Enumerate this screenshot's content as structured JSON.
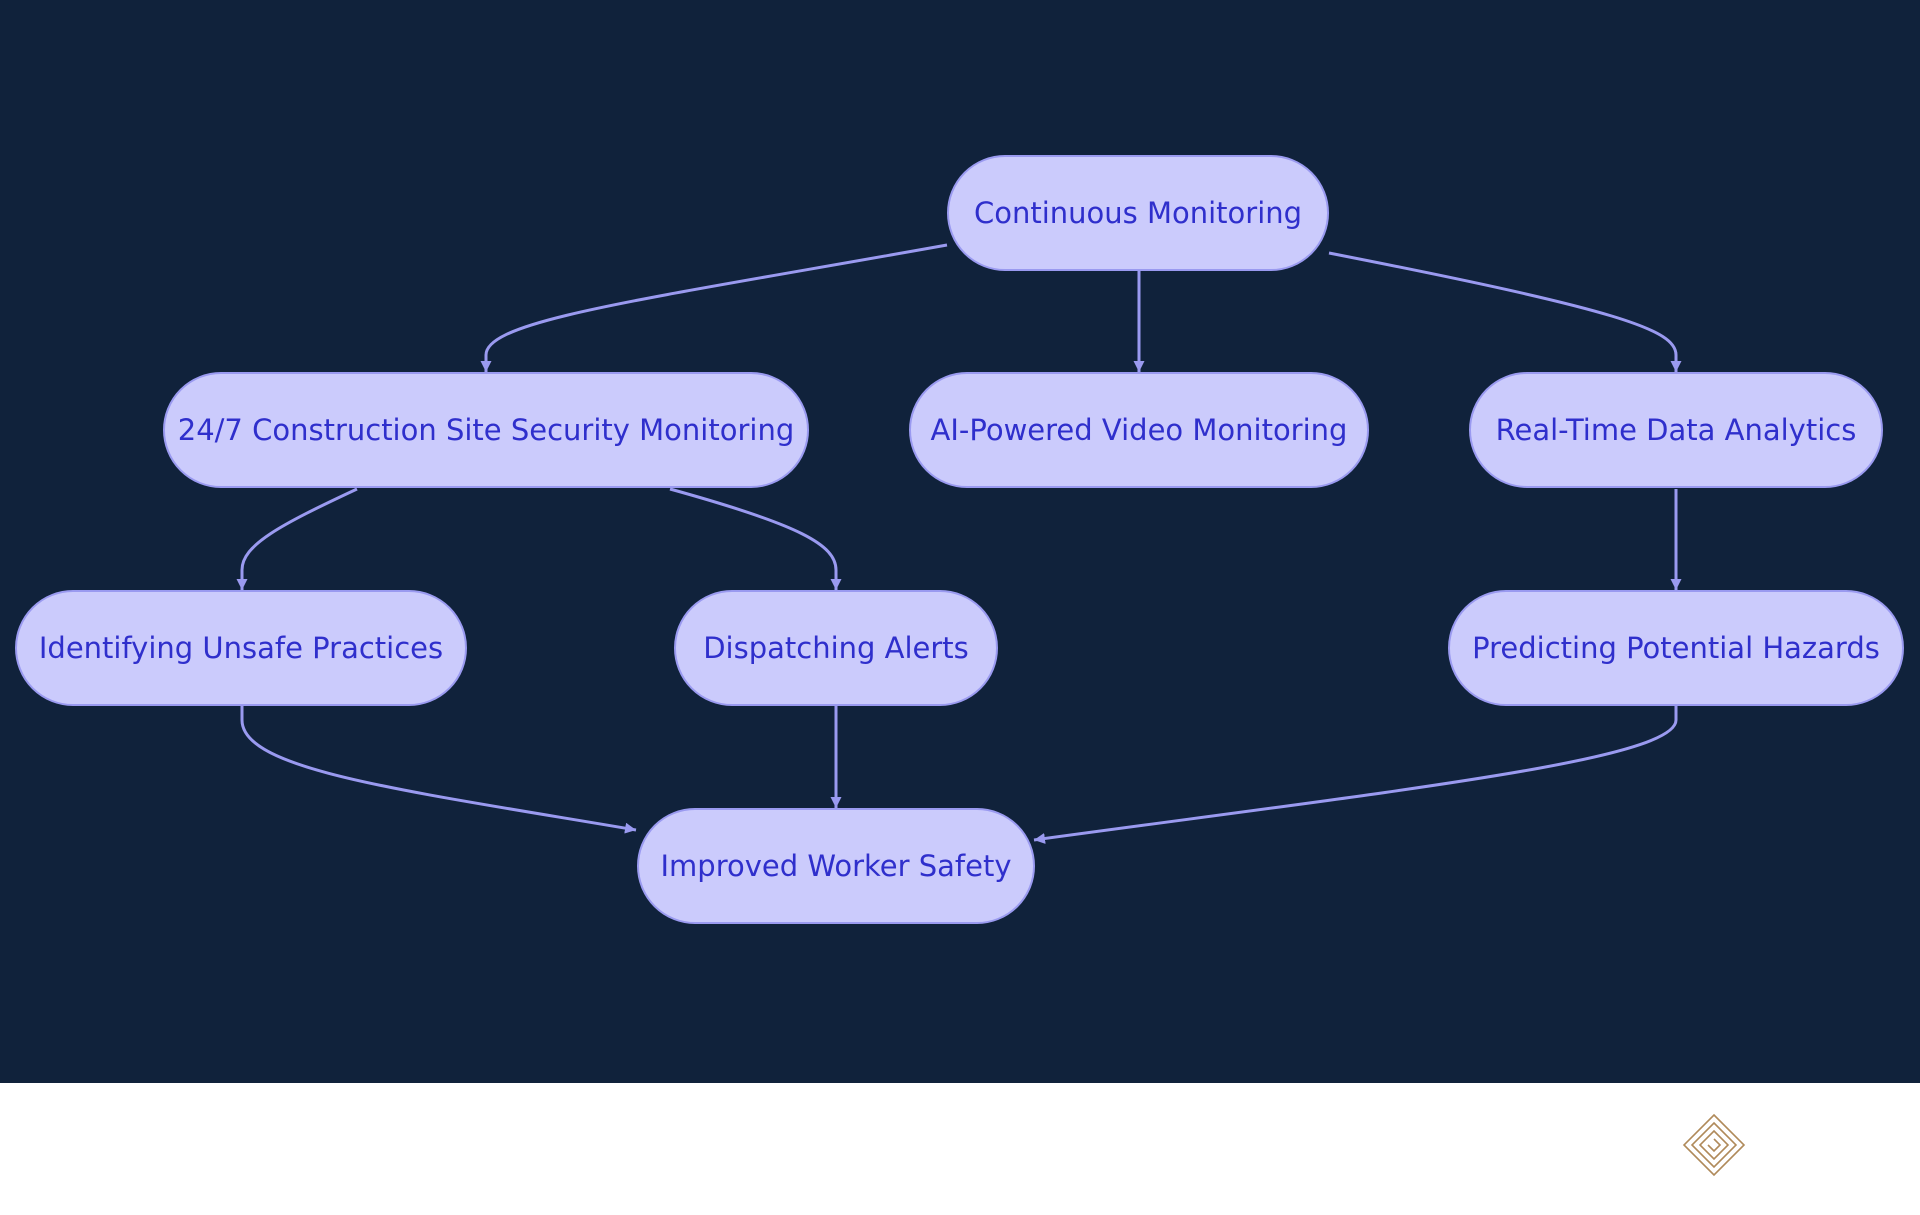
{
  "diagram": {
    "nodes": {
      "continuous_monitoring": "Continuous Monitoring",
      "site_security": "24/7 Construction Site Security Monitoring",
      "ai_video": "AI-Powered Video Monitoring",
      "realtime_analytics": "Real-Time Data Analytics",
      "unsafe_practices": "Identifying Unsafe Practices",
      "dispatching_alerts": "Dispatching Alerts",
      "predicting_hazards": "Predicting Potential Hazards",
      "worker_safety": "Improved Worker Safety"
    },
    "edges": [
      [
        "continuous_monitoring",
        "site_security"
      ],
      [
        "continuous_monitoring",
        "ai_video"
      ],
      [
        "continuous_monitoring",
        "realtime_analytics"
      ],
      [
        "site_security",
        "unsafe_practices"
      ],
      [
        "site_security",
        "dispatching_alerts"
      ],
      [
        "realtime_analytics",
        "predicting_hazards"
      ],
      [
        "unsafe_practices",
        "worker_safety"
      ],
      [
        "dispatching_alerts",
        "worker_safety"
      ],
      [
        "predicting_hazards",
        "worker_safety"
      ]
    ]
  },
  "colors": {
    "background": "#10223b",
    "node_fill": "#cbcbfc",
    "node_border": "#9a9af0",
    "node_text": "#2f2fcc",
    "edge": "#9a9af0"
  },
  "footer": {
    "logo_icon": "diamond-spiral-logo-icon"
  }
}
